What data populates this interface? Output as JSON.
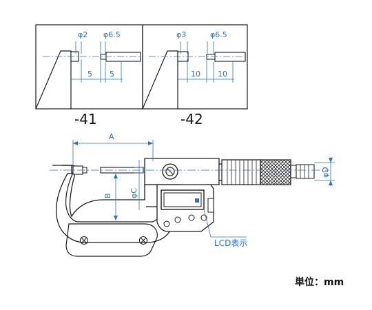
{
  "detail_41": {
    "dia_left": "φ2",
    "dia_right": "φ6.5",
    "step_left": "5",
    "step_right": "5",
    "caption": "-41"
  },
  "detail_42": {
    "dia_left": "φ3",
    "dia_right": "φ6.5",
    "step_left": "10",
    "step_right": "10",
    "caption": "-42"
  },
  "main": {
    "dim_a": "A",
    "dim_b": "B",
    "dim_c": "φC",
    "dim_d": "φD",
    "lcd_label": "LCD表示"
  },
  "unit_label": "単位：mm",
  "colors": {
    "line": "#1a1a1a",
    "dimension": "#2a6fc9"
  }
}
